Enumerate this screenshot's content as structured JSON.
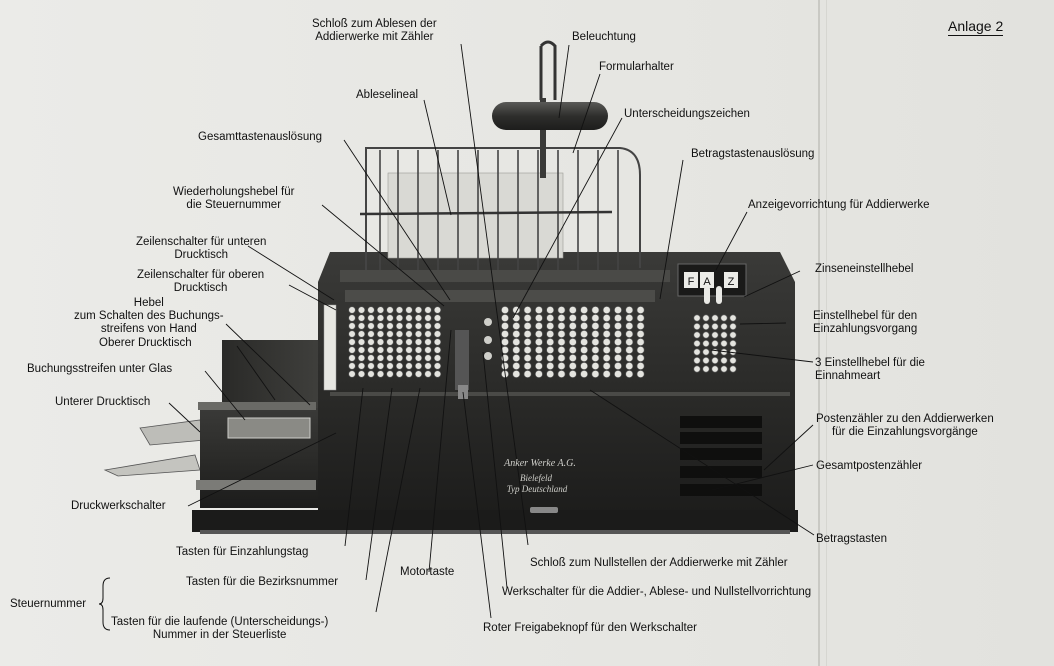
{
  "annex": "Anlage 2",
  "labels": {
    "schloss_ablesen": "Schloß zum Ablesen der\nAddierwerke mit Zähler",
    "beleuchtung": "Beleuchtung",
    "formularhalter": "Formularhalter",
    "ableselineal": "Ableselineal",
    "unterscheidungszeichen": "Unterscheidungszeichen",
    "gesamttastenausloesung": "Gesamttastenauslösung",
    "betragstastenausloesung": "Betragstastenauslösung",
    "wiederholungshebel": "Wiederholungshebel für\ndie Steuernummer",
    "anzeigevorrichtung": "Anzeigevorrichtung für Addierwerke",
    "zeilenschalter_unten": "Zeilenschalter für unteren\nDrucktisch",
    "zeilenschalter_oben": "Zeilenschalter für oberen\nDrucktisch",
    "zinseneinstellhebel": "Zinseneinstellhebel",
    "hebel_buchungsstreifen": "Hebel\nzum Schalten des Buchungs-\nstreifens von Hand",
    "einstellhebel_einzahlung": "Einstellhebel für den\nEinzahlungsvorgang",
    "oberer_drucktisch": "Oberer Drucktisch",
    "einstellhebel_einnahmeart": "3 Einstellhebel für die\nEinnahmeart",
    "buchungsstreifen_glas": "Buchungsstreifen unter Glas",
    "unterer_drucktisch": "Unterer Drucktisch",
    "postenzaehler": "Postenzähler zu den Addierwerken\nfür die Einzahlungsvorgänge",
    "gesamtpostenzaehler": "Gesamtpostenzähler",
    "druckwerkschalter": "Druckwerkschalter",
    "betragstasten": "Betragstasten",
    "tasten_einzahlungstag": "Tasten für Einzahlungstag",
    "schloss_nullstellen": "Schloß zum Nullstellen der Addierwerke mit Zähler",
    "motortaste": "Motortaste",
    "tasten_bezirksnummer": "Tasten für die Bezirksnummer",
    "werkschalter": "Werkschalter für die Addier-, Ablese- und Nullstellvorrichtung",
    "steuernummer": "Steuernummer",
    "tasten_laufende_nummer": "Tasten für die laufende (Unterscheidungs-)\nNummer in der Steuerliste",
    "roter_freigabeknopf": "Roter Freigabeknopf für den Werkschalter"
  },
  "machine": {
    "plate_text": "Anker Werke A.G.\nBielefeld\nTyp Deutschland",
    "indicator_letters": [
      "F",
      "A",
      "Z"
    ]
  }
}
